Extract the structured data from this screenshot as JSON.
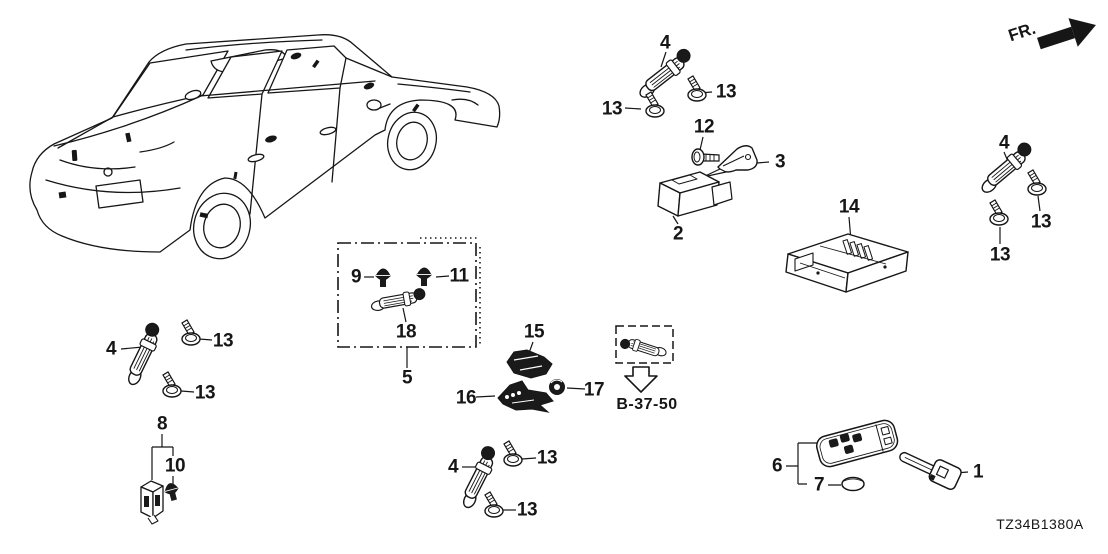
{
  "diagram": {
    "part_code": "TZ34B1380A",
    "front_label": "FR.",
    "reference_label": "B-37-50"
  },
  "callouts": [
    {
      "id": "callout-4-top",
      "label": "4"
    },
    {
      "id": "callout-13-top-right",
      "label": "13"
    },
    {
      "id": "callout-13-top-left",
      "label": "13"
    },
    {
      "id": "callout-12",
      "label": "12"
    },
    {
      "id": "callout-3",
      "label": "3"
    },
    {
      "id": "callout-2",
      "label": "2"
    },
    {
      "id": "callout-14",
      "label": "14"
    },
    {
      "id": "callout-4-right",
      "label": "4"
    },
    {
      "id": "callout-13-right-upper",
      "label": "13"
    },
    {
      "id": "callout-13-right-lower",
      "label": "13"
    },
    {
      "id": "callout-9",
      "label": "9"
    },
    {
      "id": "callout-11",
      "label": "11"
    },
    {
      "id": "callout-18",
      "label": "18"
    },
    {
      "id": "callout-5",
      "label": "5"
    },
    {
      "id": "callout-15",
      "label": "15"
    },
    {
      "id": "callout-16",
      "label": "16"
    },
    {
      "id": "callout-17",
      "label": "17"
    },
    {
      "id": "callout-4-left",
      "label": "4"
    },
    {
      "id": "callout-13-left-upper",
      "label": "13"
    },
    {
      "id": "callout-13-left-lower",
      "label": "13"
    },
    {
      "id": "callout-8",
      "label": "8"
    },
    {
      "id": "callout-10",
      "label": "10"
    },
    {
      "id": "callout-4-bottom",
      "label": "4"
    },
    {
      "id": "callout-13-bottom-upper",
      "label": "13"
    },
    {
      "id": "callout-13-bottom-lower",
      "label": "13"
    },
    {
      "id": "callout-6",
      "label": "6"
    },
    {
      "id": "callout-7",
      "label": "7"
    },
    {
      "id": "callout-1",
      "label": "1"
    }
  ],
  "colors": {
    "line": "#161616",
    "background": "#ffffff"
  }
}
